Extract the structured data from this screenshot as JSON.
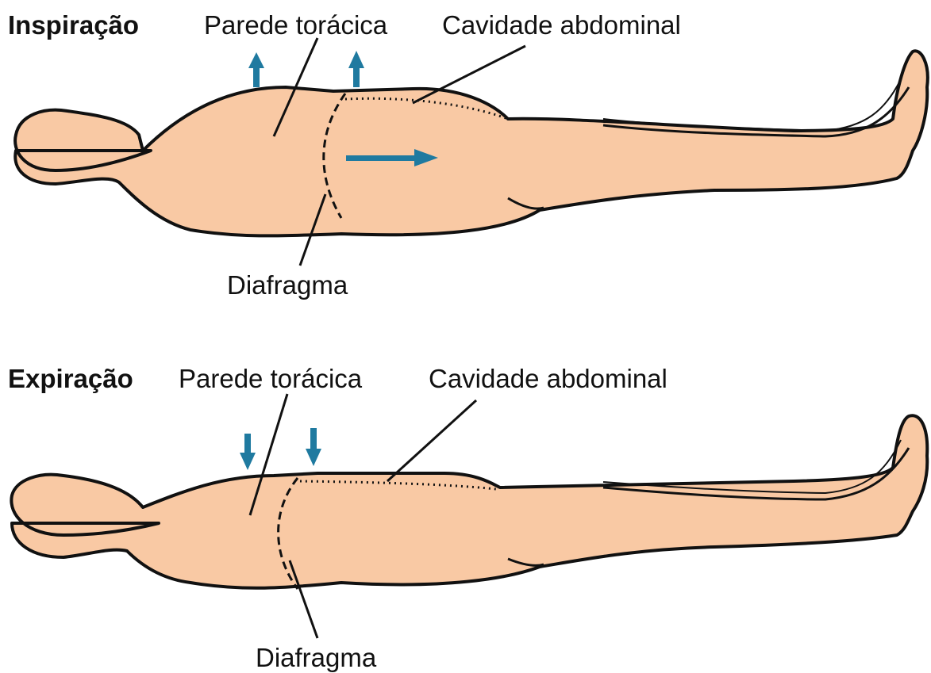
{
  "panels": [
    {
      "phase": "Inspiração",
      "chest_wall": "Parede torácica",
      "abdomen": "Cavidade abdominal",
      "diaphragm": "Diafragma"
    },
    {
      "phase": "Expiração",
      "chest_wall": "Parede torácica",
      "abdomen": "Cavidade abdominal",
      "diaphragm": "Diafragma"
    }
  ],
  "colors": {
    "body_fill": "#f9c9a4",
    "outline": "#111111",
    "arrow": "#1f7aa0"
  }
}
